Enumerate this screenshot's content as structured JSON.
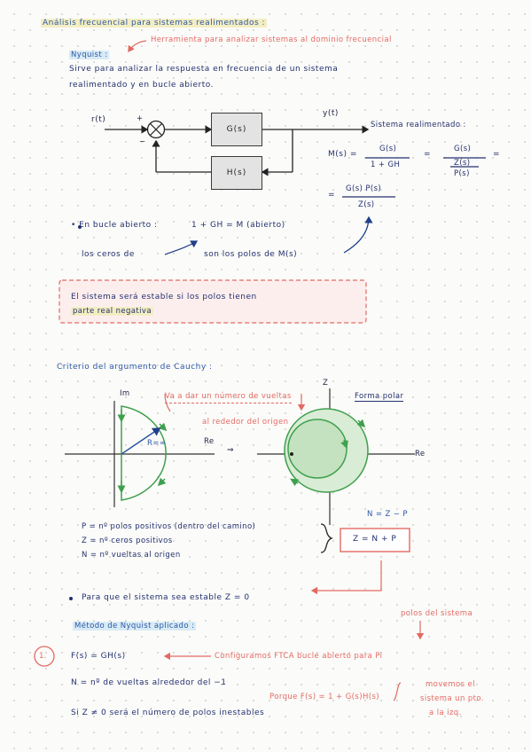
{
  "title": "Análisis frecuencial para sistemas realimentados :",
  "nyquist": {
    "heading": "Nyquist :",
    "annotation": "Herramienta para analizar sistemas al dominio frecuencial",
    "desc_line1": "Sirve para analizar la respuesta en frecuencia de un sistema",
    "desc_line2": "realimentado y en bucle abierto."
  },
  "block_diagram": {
    "input": "r(t)",
    "plus": "+",
    "minus": "−",
    "output": "y(t)",
    "forward_block": "G(s)",
    "feedback_block": "H(s)"
  },
  "closed_loop": {
    "heading": "Sistema realimentado :",
    "lhs": "M(s) =",
    "frac1_num": "G(s)",
    "frac1_den": "1 + GH",
    "eq": "=",
    "frac2_num": "G(s)",
    "frac2_den_top": "Z(s)",
    "frac2_den_bottom": "P(s)",
    "eq2": "=",
    "result_eq": "=",
    "result_num": "G(s) P(s)",
    "result_den": "Z(s)"
  },
  "open_loop": {
    "bullet": "En bucle abierto :",
    "expr": "1 + GH = M (abierto)",
    "zeros_of": "los ceros de",
    "are_poles_of": "son los polos de M(s)"
  },
  "stability_box": {
    "line1": "El sistema será estable si los polos tienen",
    "line2": "parte real negativa"
  },
  "cauchy": {
    "heading": "Criterio del argumento de Cauchy :",
    "im_axis": "Im",
    "re_axis": "Re",
    "radius_label": "R=∞",
    "arrow": "⇒",
    "z_axis": "Z",
    "re2": "Re",
    "annotation1": "Va a dar un número de vueltas",
    "annotation2": "al rededor del origen",
    "forma_polar": "Forma polar"
  },
  "definitions": {
    "p": "P = nº polos positivos (dentro del camino)",
    "z": "Z = nº ceros positivos",
    "n": "N = nº vueltas al origen",
    "relation": "N = Z − P",
    "boxed": "Z = N + P"
  },
  "stable_cond": "Para que el sistema sea estable Z = 0",
  "applied": {
    "heading": "Método de Nyquist aplicado :",
    "poles_note": "polos del sistema",
    "step_num": "1.",
    "fcs": "F(s) = GH(s)",
    "config": "Configuramos FTCA bucle abierto para Pi",
    "n_def": "N = nº de vueltas alrededor del −1",
    "porque": "Porque F(s) = 1 + G(s)H(s)",
    "moving1": "movemos el",
    "moving2": "sistema un pto.",
    "moving3": "a la izq.",
    "final": "Si Z ≠ 0 será el número de polos inestables"
  },
  "colors": {
    "ink": "#23306e",
    "blue_note": "#2c58a5",
    "red_note": "#e36a63",
    "green_plot": "#3fa04e",
    "highlight_yellow": "#f3eec2",
    "highlight_blue": "#d8ebf6"
  }
}
